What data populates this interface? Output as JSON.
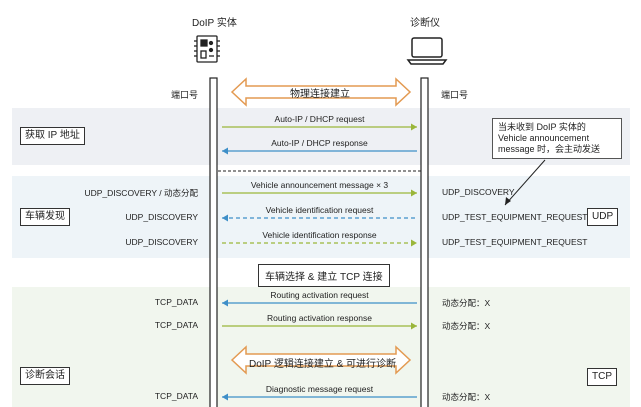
{
  "entities": {
    "left": "DoIP 实体",
    "right": "诊断仪",
    "left_port": "端口号",
    "right_port": "端口号"
  },
  "physical": "物理连接建立",
  "sections": {
    "ip": "获取 IP 地址",
    "vehicle": "车辆发现",
    "diag": "诊断会话"
  },
  "tags": {
    "udp": "UDP",
    "tcp": "TCP"
  },
  "callout": [
    "当未收到 DoIP 实体的",
    "Vehicle announcement",
    "message 时，会主动发送"
  ],
  "select_tcp": "车辆选择 & 建立 TCP 连接",
  "logic_box": "DoIP 逻辑连接建立 & 可进行诊断",
  "messages": [
    {
      "text": "Auto-IP / DHCP request",
      "dir": "right",
      "style": "solid",
      "color": "#9ab63a",
      "left_port": "",
      "right_port": ""
    },
    {
      "text": "Auto-IP / DHCP response",
      "dir": "left",
      "style": "solid",
      "color": "#3e8fc8",
      "left_port": "",
      "right_port": ""
    },
    {
      "text": "Vehicle announcement message × 3",
      "dir": "right",
      "style": "solid",
      "color": "#9ab63a",
      "left_port": "UDP_DISCOVERY / 动态分配",
      "right_port": "UDP_DISCOVERY"
    },
    {
      "text": "Vehicle identification request",
      "dir": "left",
      "style": "dashed",
      "color": "#3e8fc8",
      "left_port": "UDP_DISCOVERY",
      "right_port": "UDP_TEST_EQUIPMENT_REQUEST"
    },
    {
      "text": "Vehicle identification response",
      "dir": "right",
      "style": "dashed",
      "color": "#9ab63a",
      "left_port": "UDP_DISCOVERY",
      "right_port": "UDP_TEST_EQUIPMENT_REQUEST"
    },
    {
      "text": "Routing activation request",
      "dir": "left",
      "style": "solid",
      "color": "#3e8fc8",
      "left_port": "TCP_DATA",
      "right_port": "动态分配：X"
    },
    {
      "text": "Routing activation response",
      "dir": "right",
      "style": "solid",
      "color": "#9ab63a",
      "left_port": "TCP_DATA",
      "right_port": "动态分配：X"
    },
    {
      "text": "Diagnostic message request",
      "dir": "left",
      "style": "solid",
      "color": "#3e8fc8",
      "left_port": "TCP_DATA",
      "right_port": "动态分配：X"
    }
  ]
}
